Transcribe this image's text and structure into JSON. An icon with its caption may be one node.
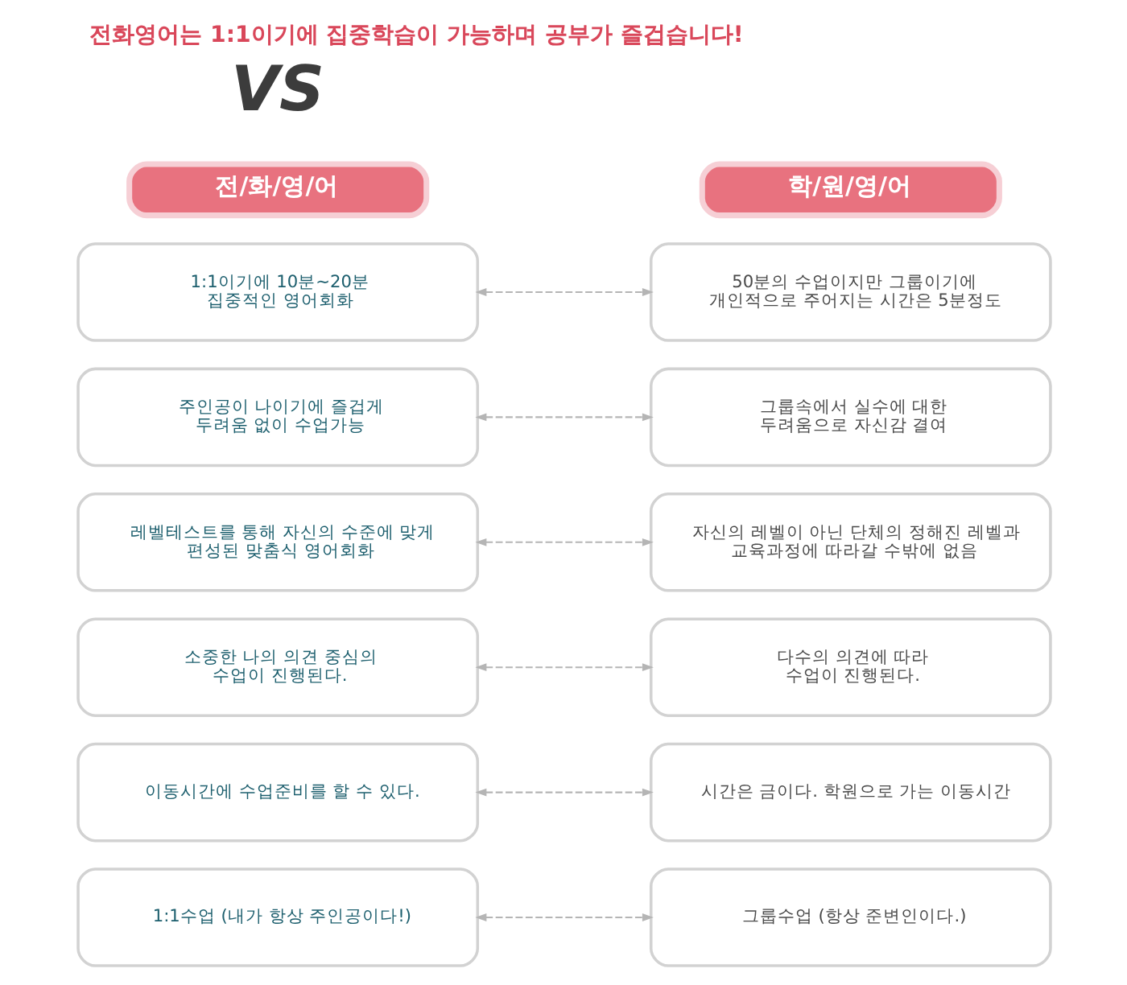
{
  "diagram": {
    "title": "전화영어는 1:1이기에 집중학습이 가능하며 공부가 즐겁습니다!",
    "nodes": [
      {
        "text": [
          "전/화/영/어"
        ]
      },
      {
        "text": [
          "학/원/영/어"
        ]
      },
      {
        "text": [
          "1:1이기에 10분~20분 집중적인 영어회화"
        ]
      },
      {
        "text": [
          "50분의 수업이지만 그룹이기에 개인적으로 주어지는 시간은 5분정도"
        ]
      },
      {
        "text": [
          "주인공이 나이기에 즐겁게 두려움 없이 수업가능"
        ]
      },
      {
        "text": [
          "그룹속에서 실수에 대한 두려움으로 자신감 결여"
        ]
      },
      {
        "text": [
          "레벨테스트를 통해 자신의 수준에 맞게 편성된 맞춤식 영어회화"
        ]
      },
      {
        "text": [
          "자신의 레벨이 아닌 단체의 정해진 레벨과 교육과정에 따라갈 수밖에 없음"
        ]
      },
      {
        "text": [
          "소중한 나의 의견 중심의 수업이 진행된다."
        ]
      },
      {
        "text": [
          "다수의 의견에 따라 수업이 진행된다."
        ]
      },
      {
        "text": [
          "이동시간에 수업준비를 할 수 있다."
        ]
      },
      {
        "text": [
          "시간은 금이다. 학원으로 가는 이동시간"
        ]
      },
      {
        "text": [
          "1:1수업 (내가 항상 주인공이다!)"
        ]
      },
      {
        "text": [
          "그룹수업 (항상 준변인이다.)"
        ]
      }
    ],
    "edges": [
      {
        "from": 2,
        "to": 3,
        "arrow": "both",
        "style": "dashed"
      },
      {
        "from": 4,
        "to": 5,
        "arrow": "both",
        "style": "dashed"
      },
      {
        "from": 6,
        "to": 7,
        "arrow": "both",
        "style": "dashed"
      },
      {
        "from": 8,
        "to": 9,
        "arrow": "both",
        "style": "dashed"
      },
      {
        "from": 10,
        "to": 11,
        "arrow": "both",
        "style": "dashed"
      },
      {
        "from": 12,
        "to": 13,
        "arrow": "both",
        "style": "dashed"
      }
    ],
    "labels": [
      "VS"
    ]
  }
}
